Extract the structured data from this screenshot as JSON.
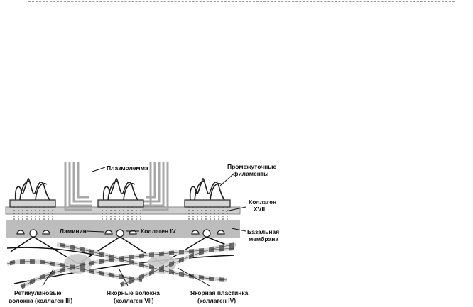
{
  "labels": {
    "plasmalemma": "Плазмолемма",
    "intermediate_filaments_1": "Промежуточные",
    "intermediate_filaments_2": "филаменты",
    "collagen_xvii_1": "Коллаген",
    "collagen_xvii_2": "XVII",
    "laminin": "Ламинин",
    "collagen_iv": "Коллаген IV",
    "basal_membrane_1": "Базальная",
    "basal_membrane_2": "мембрана",
    "reticular_fibers_1": "Ретикулиновые",
    "reticular_fibers_2": "волокна (коллаген III)",
    "anchoring_fibers_1": "Якорные волокна",
    "anchoring_fibers_2": "(коллаген VII)",
    "anchoring_plate_1": "Якорная пластинка",
    "anchoring_plate_2": "(коллаген IV)"
  }
}
